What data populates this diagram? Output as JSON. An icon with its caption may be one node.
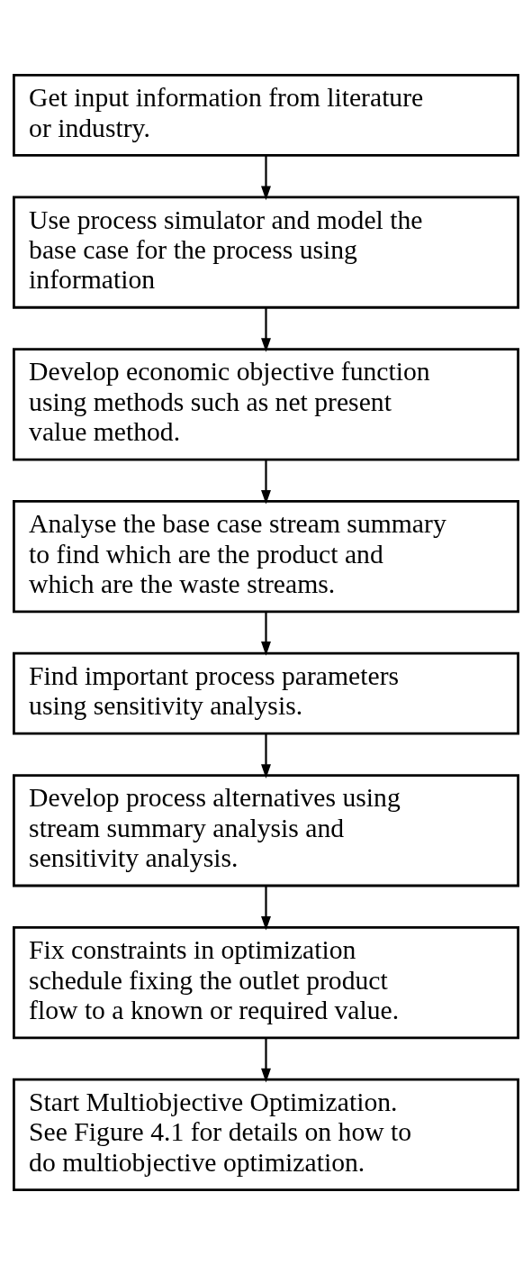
{
  "diagram": {
    "nodes": [
      {
        "text": [
          "Get input information from literature or industry."
        ]
      },
      {
        "text": [
          "Use process simulator and model the base case for the process using information"
        ]
      },
      {
        "text": [
          "Develop economic objective function using methods such as net present value method."
        ]
      },
      {
        "text": [
          "Analyse the base case stream summary to find which are the product and which are the waste streams."
        ]
      },
      {
        "text": [
          "Find important process parameters using sensitivity analysis."
        ]
      },
      {
        "text": [
          "Develop process alternatives using stream summary analysis and sensitivity analysis."
        ]
      },
      {
        "text": [
          "Fix constraints in optimization schedule fixing the outlet product flow to a known or required value."
        ]
      },
      {
        "text": [
          "Start Multiobjective Optimization.",
          "See Figure 4.1 for details on how to do multiobjective optimization."
        ]
      }
    ],
    "edges": [
      {
        "from": 0,
        "to": 1,
        "arrow": "to"
      },
      {
        "from": 1,
        "to": 2,
        "arrow": "to"
      },
      {
        "from": 2,
        "to": 3,
        "arrow": "to"
      },
      {
        "from": 3,
        "to": 4,
        "arrow": "to"
      },
      {
        "from": 4,
        "to": 5,
        "arrow": "to"
      },
      {
        "from": 5,
        "to": 6,
        "arrow": "to"
      },
      {
        "from": 6,
        "to": 7,
        "arrow": "to"
      }
    ]
  }
}
